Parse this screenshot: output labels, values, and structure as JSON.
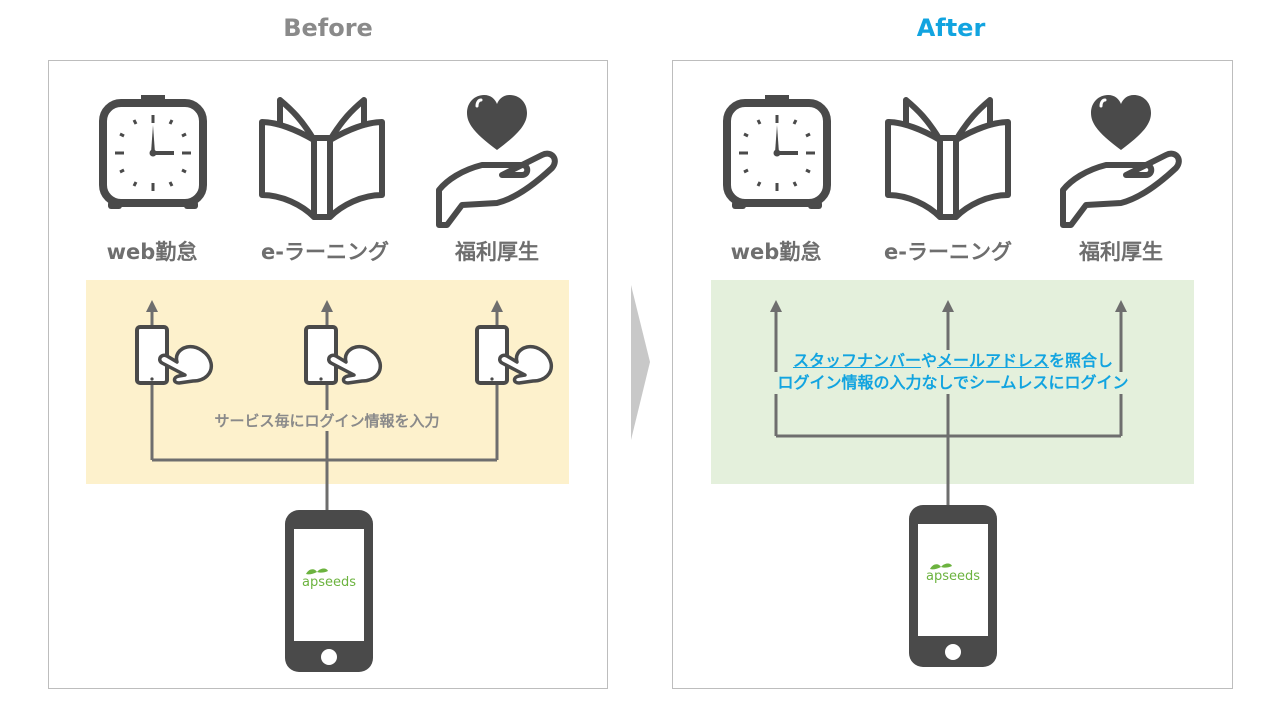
{
  "before": {
    "title": "Before",
    "services": [
      "web勤怠",
      "e-ラーニング",
      "福利厚生"
    ],
    "note": "サービス毎にログイン情報を入力",
    "app_logo": "apseeds"
  },
  "after": {
    "title": "After",
    "services": [
      "web勤怠",
      "e-ラーニング",
      "福利厚生"
    ],
    "note_line1_part1": "スタッフナンバー",
    "note_line1_part2": "や",
    "note_line1_part3": "メールアドレス",
    "note_line1_part4": "を照合し",
    "note_line2": "ログイン情報の入力なしでシームレスにログイン",
    "app_logo": "apseeds"
  },
  "colors": {
    "before_title": "#8a8a8a",
    "after_title": "#12a4e0",
    "before_box": "#fdf1cc",
    "after_box": "#e4f0dc",
    "icon": "#4a4a4a",
    "logo_green": "#6cb33f"
  }
}
